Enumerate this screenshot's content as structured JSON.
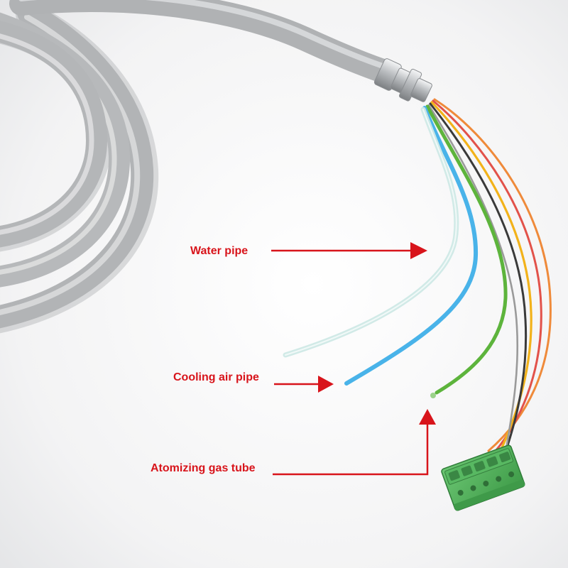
{
  "labels": {
    "water_pipe": "Water pipe",
    "cooling_air_pipe": "Cooling air pipe",
    "atomizing_gas_tube": "Atomizing gas tube"
  },
  "colors": {
    "label_red": "#d8141b",
    "cable_gray": "#b4b6b8",
    "water_pipe": "#cfe9e6",
    "cooling_air_pipe": "#49b3e9",
    "atomizing_gas_tube": "#5db43c",
    "connector_green": "#4cae55",
    "wire_yellow": "#f2b21a",
    "wire_red": "#e2524a",
    "wire_black": "#3a3a3a",
    "wire_gray": "#9a9a9a",
    "wire_orange": "#ef8a3a",
    "fitting_silver": "#c9cbcd"
  }
}
